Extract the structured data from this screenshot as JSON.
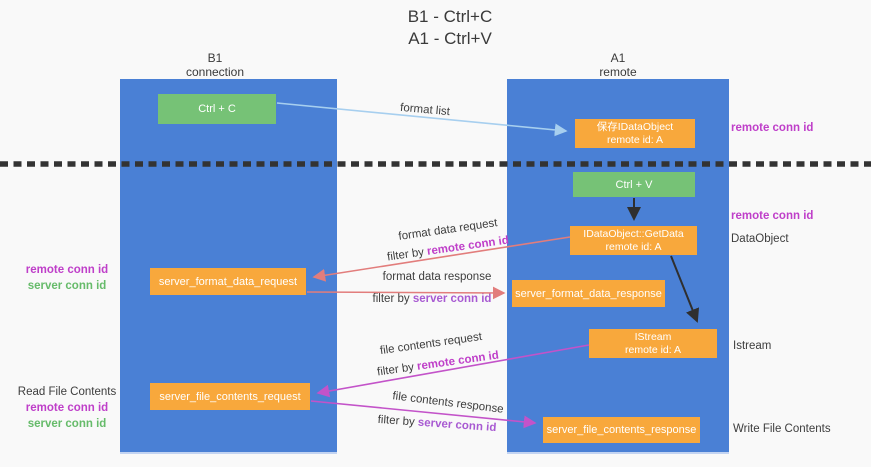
{
  "title": {
    "line1": "B1 - Ctrl+C",
    "line2": "A1 - Ctrl+V"
  },
  "lifelines": {
    "left": {
      "name": "B1",
      "role": "connection"
    },
    "right": {
      "name": "A1",
      "role": "remote"
    }
  },
  "nodes": {
    "ctrl_c": {
      "label": "Ctrl + C"
    },
    "ctrl_v": {
      "label": "Ctrl + V"
    },
    "save_idataobject": {
      "line1": "保存IDataObject",
      "line2": "remote id: A"
    },
    "idataobject_getdata": {
      "line1": "IDataObject::GetData",
      "line2": "remote id: A"
    },
    "istream": {
      "line1": "IStream",
      "line2": "remote id: A"
    },
    "server_format_data_request": {
      "label": "server_format_data_request"
    },
    "server_format_data_response": {
      "label": "server_format_data_response"
    },
    "server_file_contents_request": {
      "label": "server_file_contents_request"
    },
    "server_file_contents_response": {
      "label": "server_file_contents_response"
    }
  },
  "messages": {
    "format_list": {
      "label": "format list"
    },
    "format_data_request": {
      "label": "format data request",
      "filter_prefix": "filter by ",
      "filter_key": "remote conn id"
    },
    "format_data_response": {
      "label": "format data response",
      "filter_prefix": "filter by ",
      "filter_key": "server conn id"
    },
    "file_contents_request": {
      "label": "file contents request",
      "filter_prefix": "filter by ",
      "filter_key": "remote conn id"
    },
    "file_contents_response": {
      "label": "file contents response",
      "filter_prefix": "filter by ",
      "filter_key": "server conn id"
    }
  },
  "annotations": {
    "right_remote_conn_id_top": "remote conn id",
    "right_remote_conn_id_mid": "remote conn id",
    "right_dataobject": "DataObject",
    "right_istream": "Istream",
    "right_write_file_contents": "Write File Contents",
    "left_remote_conn_id_format": "remote conn id",
    "left_server_conn_id_format": "server conn id",
    "left_read_file_contents": "Read File Contents",
    "left_remote_conn_id_file": "remote conn id",
    "left_server_conn_id_file": "server conn id"
  },
  "colors": {
    "lifeline_blue": "#4a80d5",
    "node_orange": "#f8a83c",
    "node_green": "#76c276",
    "arrow_light_blue": "#a7cfef",
    "arrow_salmon": "#e27d7c",
    "arrow_magenta": "#c353c9",
    "arrow_black": "#2f2f2f",
    "remote_conn_id_magenta": "#bf3fc9",
    "server_conn_id_green": "#66bb6a",
    "server_conn_id_purple": "#a85ad2",
    "divider_dark": "#333333",
    "background": "#f9f9f9"
  }
}
